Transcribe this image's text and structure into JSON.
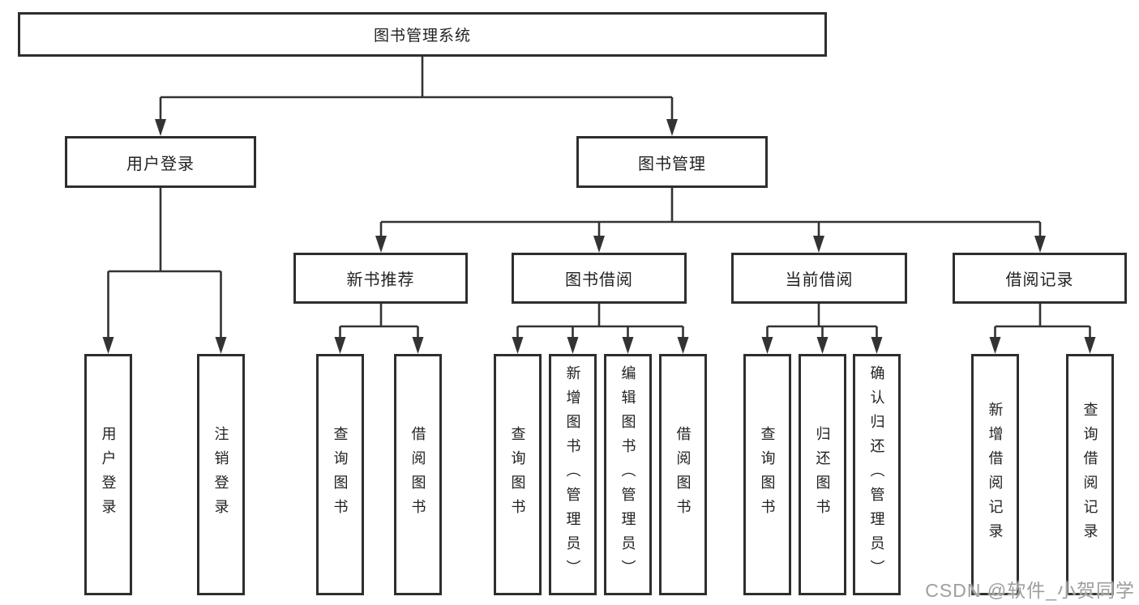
{
  "tree": {
    "root": {
      "label": "图书管理系统"
    },
    "level1": [
      {
        "label": "用户登录"
      },
      {
        "label": "图书管理"
      }
    ],
    "level2": [
      {
        "label": "新书推荐"
      },
      {
        "label": "图书借阅"
      },
      {
        "label": "当前借阅"
      },
      {
        "label": "借阅记录"
      }
    ],
    "leaves": {
      "user_login": [
        "用户登录",
        "注销登录"
      ],
      "new_book": [
        "查询图书",
        "借阅图书"
      ],
      "book_borrow": [
        "查询图书",
        "新增图书（管理员）",
        "编辑图书（管理员）",
        "借阅图书"
      ],
      "current_borrow": [
        "查询图书",
        "归还图书",
        "确认归还（管理员）"
      ],
      "borrow_record": [
        "新增借阅记录",
        "查询借阅记录"
      ]
    }
  },
  "watermark": {
    "text": "CSDN @软件_小贺同学"
  },
  "colors": {
    "line": "#333333",
    "box_border": "#2e2e2e",
    "text": "#222222",
    "background": "#ffffff",
    "watermark": "#9e9ea2"
  }
}
